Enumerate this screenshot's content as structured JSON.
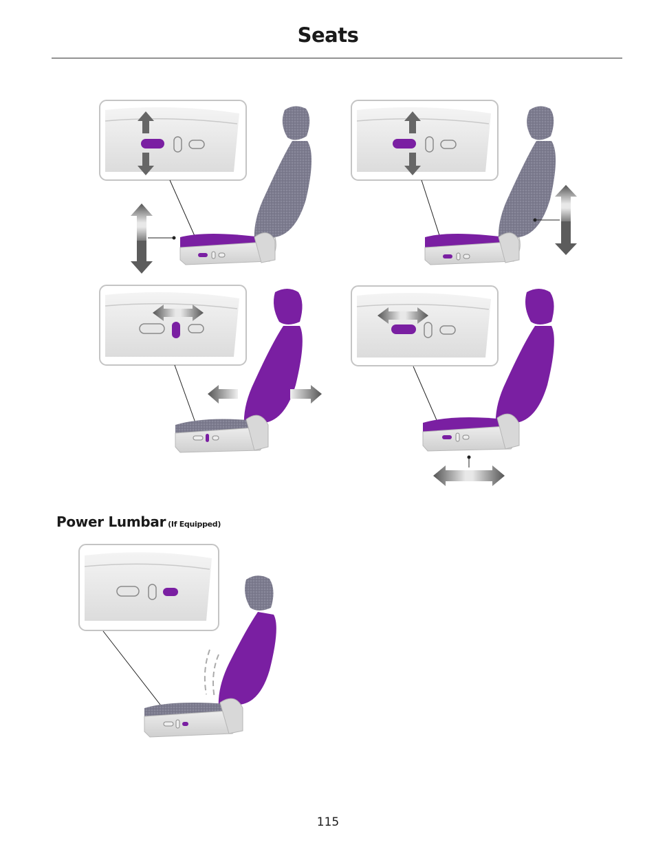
{
  "page": {
    "title": "Seats",
    "section_heading": "Power Lumbar",
    "section_heading_note": "(If Equipped)",
    "page_number": "115"
  },
  "colors": {
    "accent_purple": "#7a1fa2",
    "seat_gray": "#7a7a8c",
    "arrow_gray": "#5c5c5c",
    "panel_border": "#bdbdbd"
  },
  "illustrations": [
    {
      "id": "seat-height-adjust",
      "icon": "seat-height-icon"
    },
    {
      "id": "seatback-height-adjust",
      "icon": "seatback-tilt-icon"
    },
    {
      "id": "seatback-recline-adjust",
      "icon": "recline-icon"
    },
    {
      "id": "seat-fore-aft-adjust",
      "icon": "fore-aft-icon"
    },
    {
      "id": "power-lumbar-adjust",
      "icon": "lumbar-icon"
    }
  ]
}
